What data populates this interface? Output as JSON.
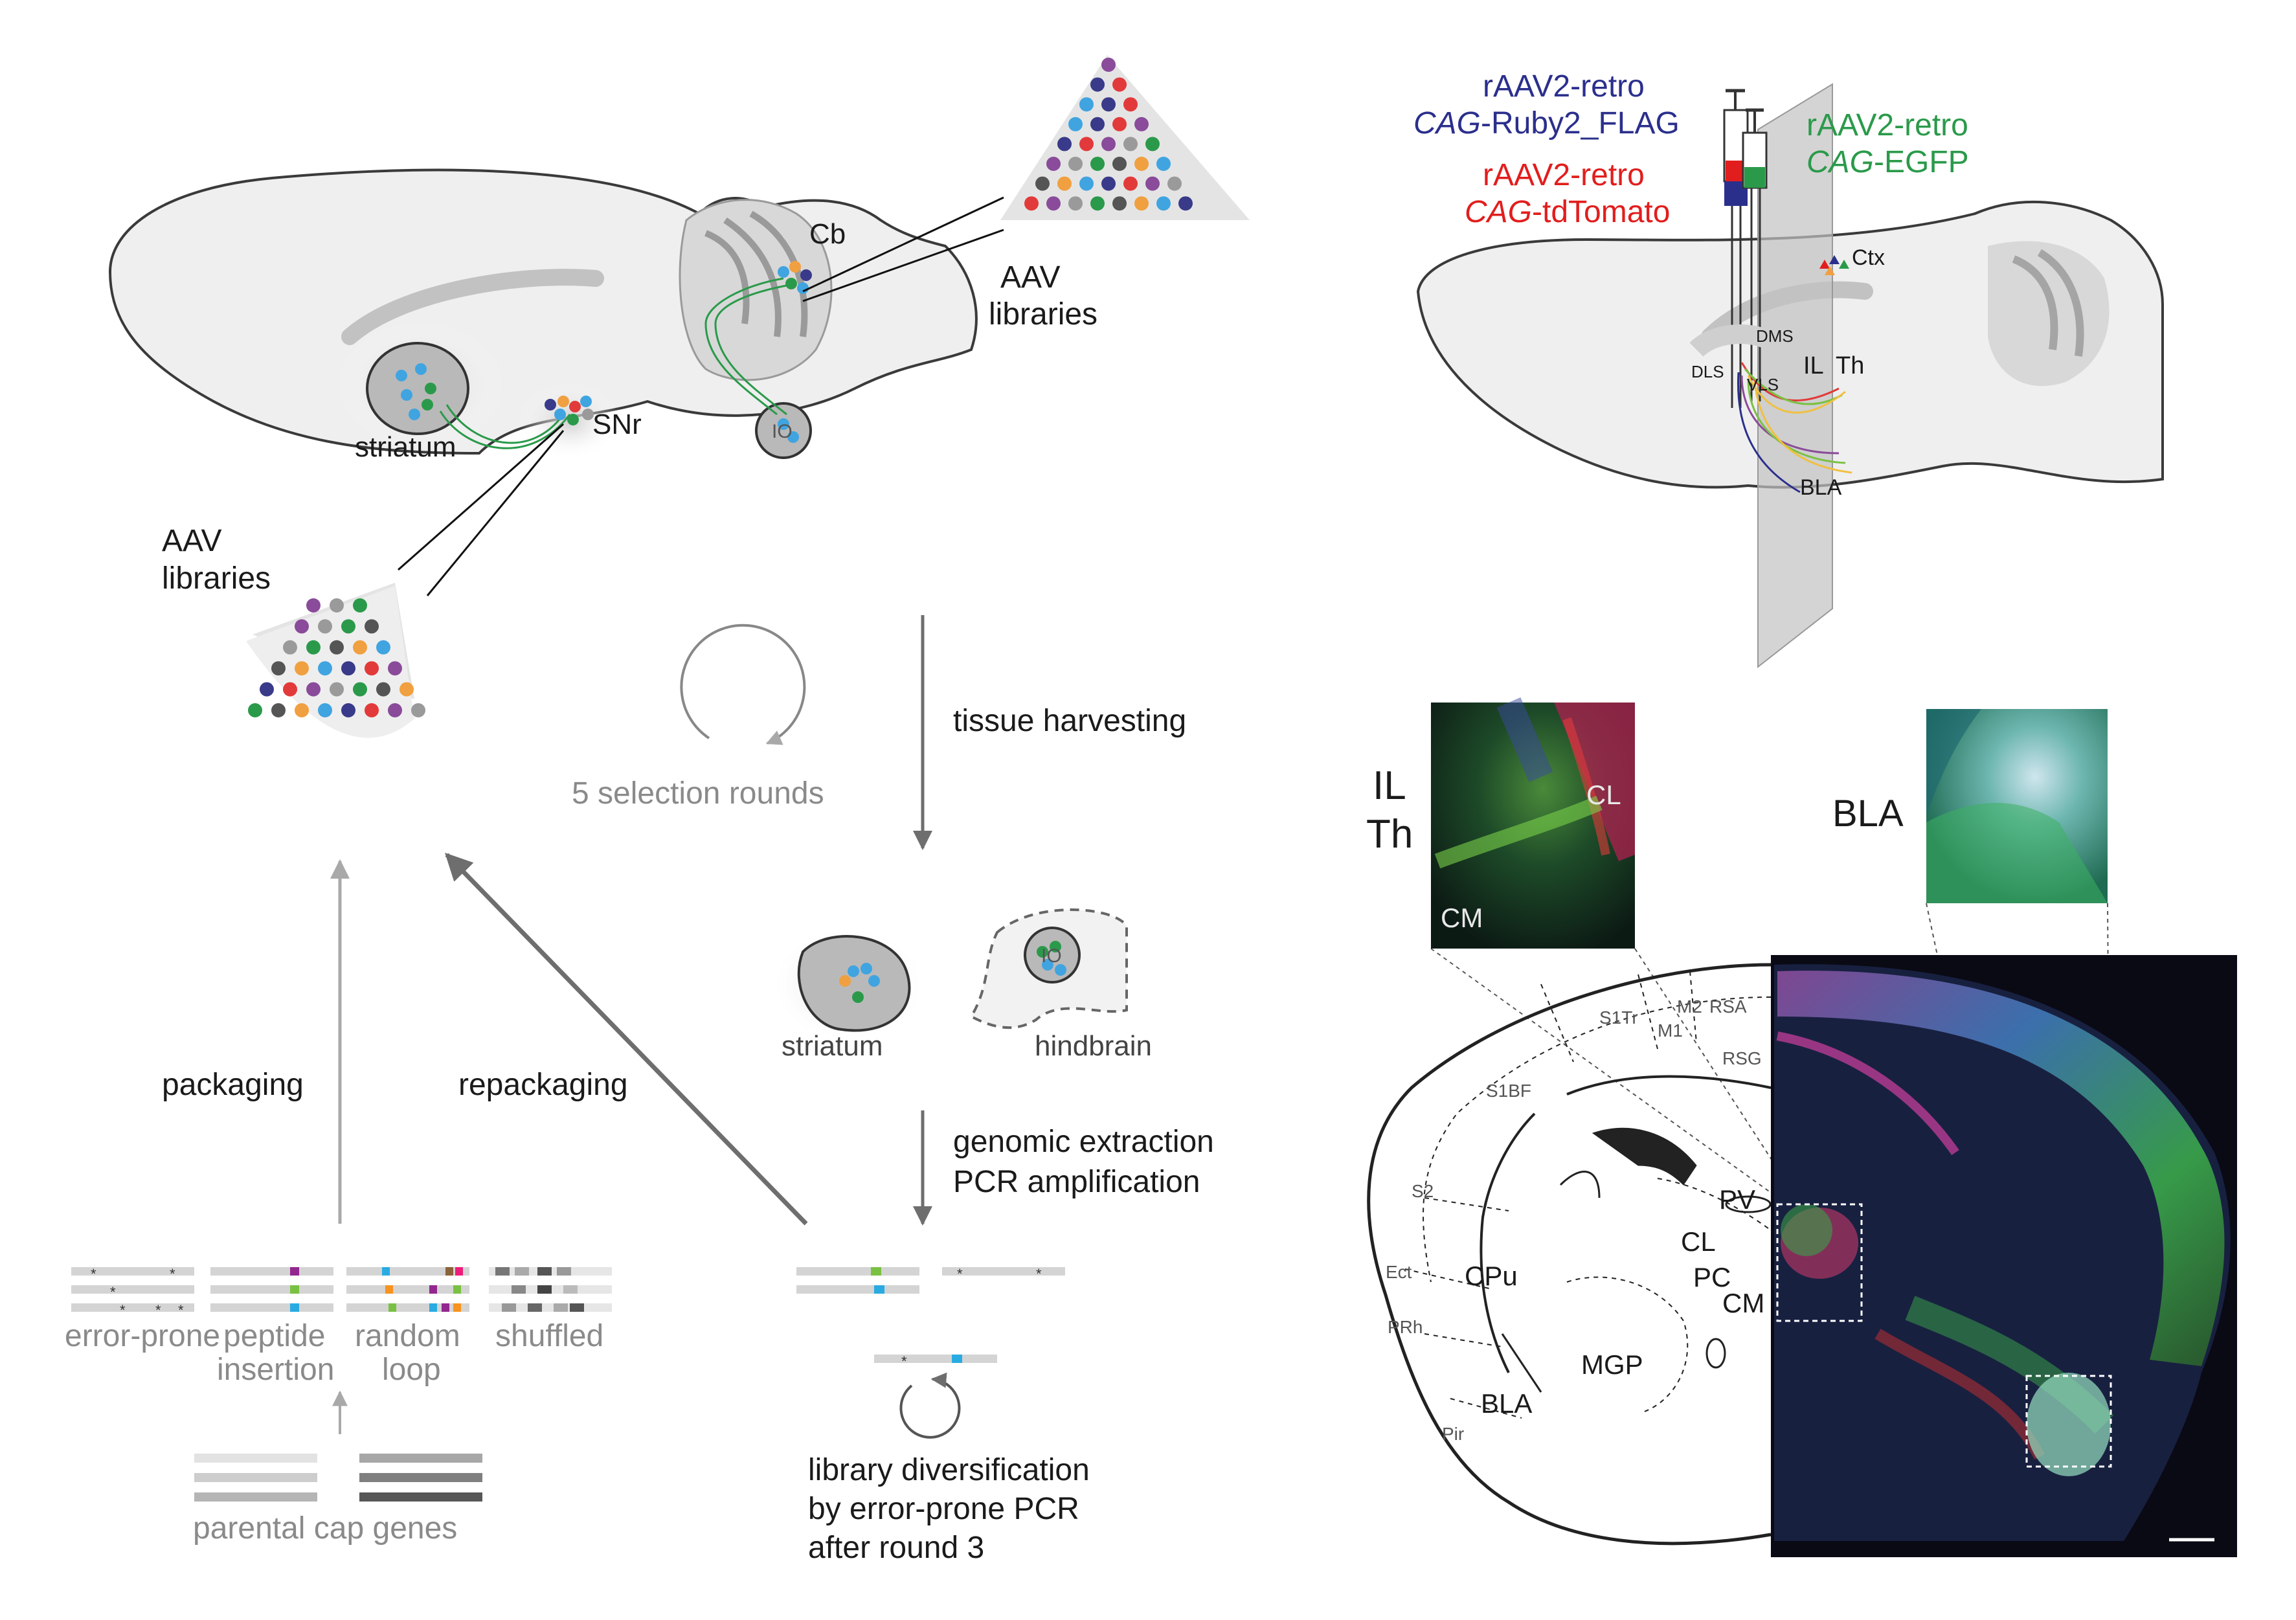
{
  "left_panel": {
    "regions": {
      "cb": "Cb",
      "striatum": "striatum",
      "snr": "SNr",
      "io": "IO"
    },
    "aav_libraries_top": [
      "AAV",
      "libraries"
    ],
    "aav_libraries_left": [
      "AAV",
      "libraries"
    ],
    "cycle_label": "5 selection rounds",
    "tissue_harvesting": "tissue harvesting",
    "harvest_striatum": "striatum",
    "harvest_hindbrain": "hindbrain",
    "harvest_io": "IO",
    "genomic_extraction": [
      "genomic extraction",
      "PCR amplification"
    ],
    "packaging": "packaging",
    "repackaging": "repackaging",
    "library_types": [
      "error-prone",
      "peptide",
      "insertion",
      "random",
      "loop",
      "shuffled"
    ],
    "parental": "parental cap genes",
    "diversification": [
      "library diversification",
      "by error-prone PCR",
      "after round 3"
    ]
  },
  "right_panel": {
    "vector_blue": [
      "rAAV2-retro",
      "CAG",
      "-Ruby2_FLAG"
    ],
    "vector_red": [
      "rAAV2-retro",
      "CAG",
      "-tdTomato"
    ],
    "vector_green": [
      "rAAV2-retro",
      "CAG",
      "-EGFP"
    ],
    "sag_labels": [
      "Ctx",
      "DMS",
      "DLS",
      "VLS",
      "IL",
      "Th",
      "BLA"
    ],
    "inset_ilth": [
      "IL",
      "Th"
    ],
    "inset_ilth_labels": [
      "CL",
      "CM"
    ],
    "inset_bla": "BLA",
    "atlas_labels": [
      "S1Tr",
      "M2",
      "RSA",
      "M1",
      "RSG",
      "S1BF",
      "S2",
      "Ect",
      "PRh",
      "Pir",
      "CPu",
      "BLA",
      "MGP",
      "PV",
      "CL",
      "PC",
      "CM"
    ]
  },
  "colors": {
    "brain_fill": "#efefef",
    "region_fill": "#b9b9b9",
    "arrow_gray": "#6e6e6e",
    "light_arrow": "#a9a9a9",
    "blue": "#2b2f8c",
    "red": "#e21d1d",
    "green": "#2a9a4a"
  }
}
